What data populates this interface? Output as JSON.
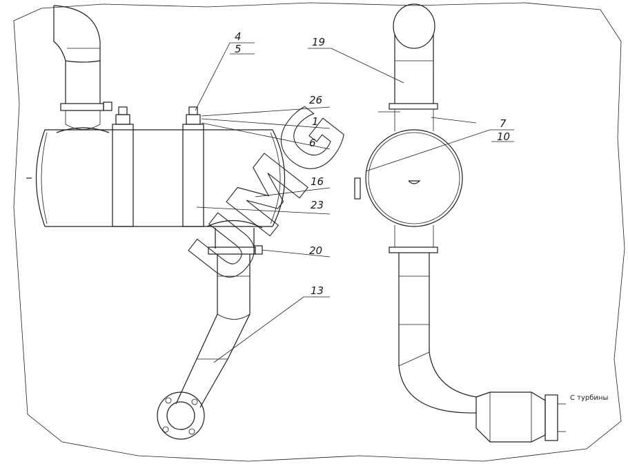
{
  "callouts": {
    "c4": "4",
    "c5": "5",
    "c26": "26",
    "c1": "1",
    "c6": "6",
    "c16": "16",
    "c23": "23",
    "c20": "20",
    "c13": "13",
    "c19": "19",
    "c7": "7",
    "c10": "10"
  },
  "note": "С турбины",
  "watermark": "UMG"
}
